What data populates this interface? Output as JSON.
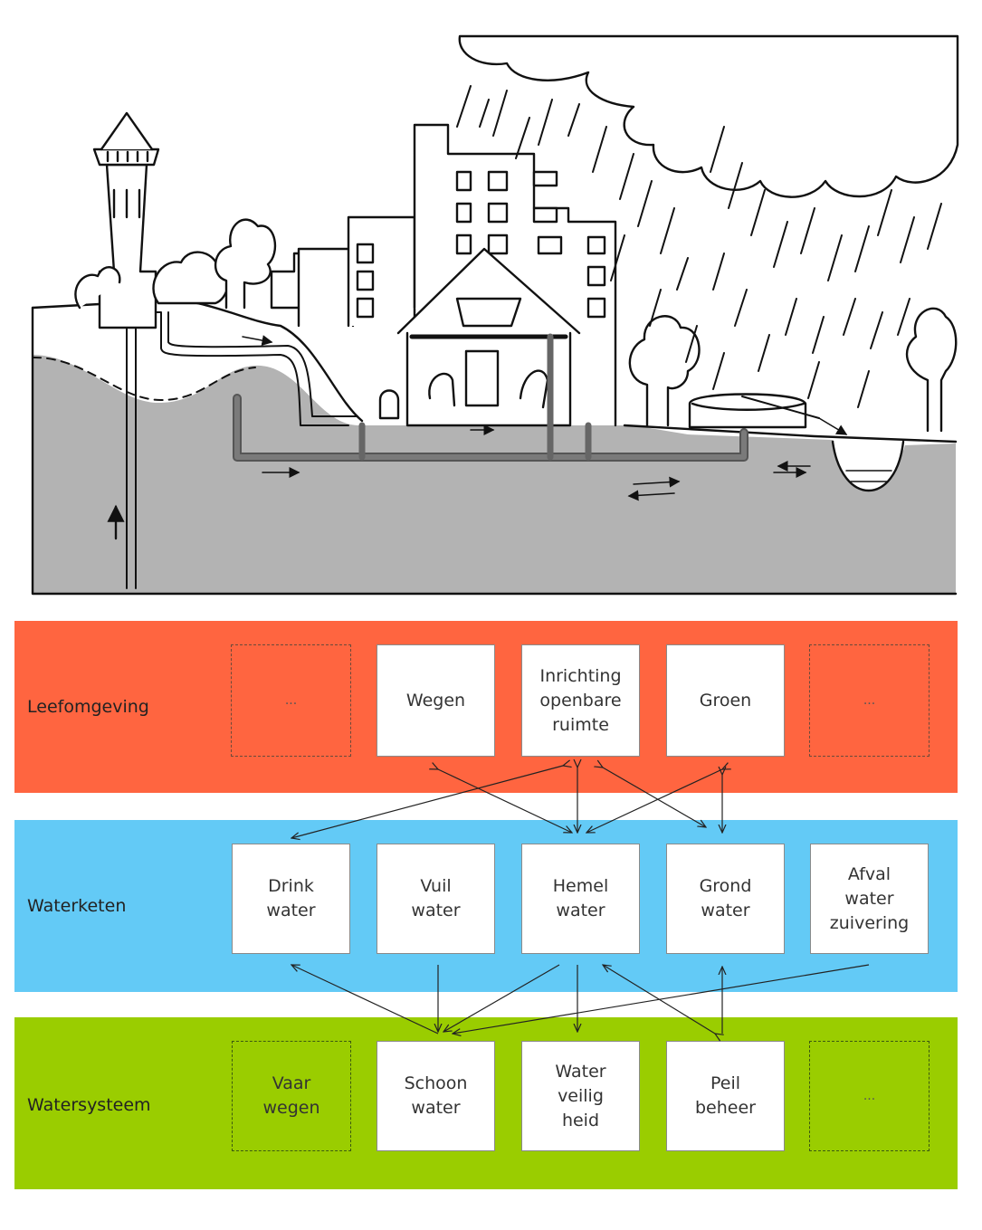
{
  "colors": {
    "leefomgeving": "#ff6540",
    "waterketen": "#63caf6",
    "watersysteem": "#9acd00",
    "ground": "#b3b3b3",
    "line": "#1a1a1a"
  },
  "bands": {
    "leefomgeving": {
      "label": "Leefomgeving",
      "boxes": [
        {
          "text": "...",
          "dashed": true
        },
        {
          "text": "Wegen"
        },
        {
          "text": "Inrichting\nopenbare\nruimte"
        },
        {
          "text": "Groen"
        },
        {
          "text": "...",
          "dashed": true
        }
      ]
    },
    "waterketen": {
      "label": "Waterketen",
      "boxes": [
        {
          "text": "Drink\nwater"
        },
        {
          "text": "Vuil\nwater"
        },
        {
          "text": "Hemel\nwater"
        },
        {
          "text": "Grond\nwater"
        },
        {
          "text": "Afval\nwater\nzuivering"
        }
      ]
    },
    "watersysteem": {
      "label": "Watersysteem",
      "boxes": [
        {
          "text": "Vaar\nwegen",
          "dashed": true
        },
        {
          "text": "Schoon\nwater"
        },
        {
          "text": "Water\nveilig\nheid"
        },
        {
          "text": "Peil\nbeheer"
        },
        {
          "text": "...",
          "dashed": true
        }
      ]
    }
  }
}
